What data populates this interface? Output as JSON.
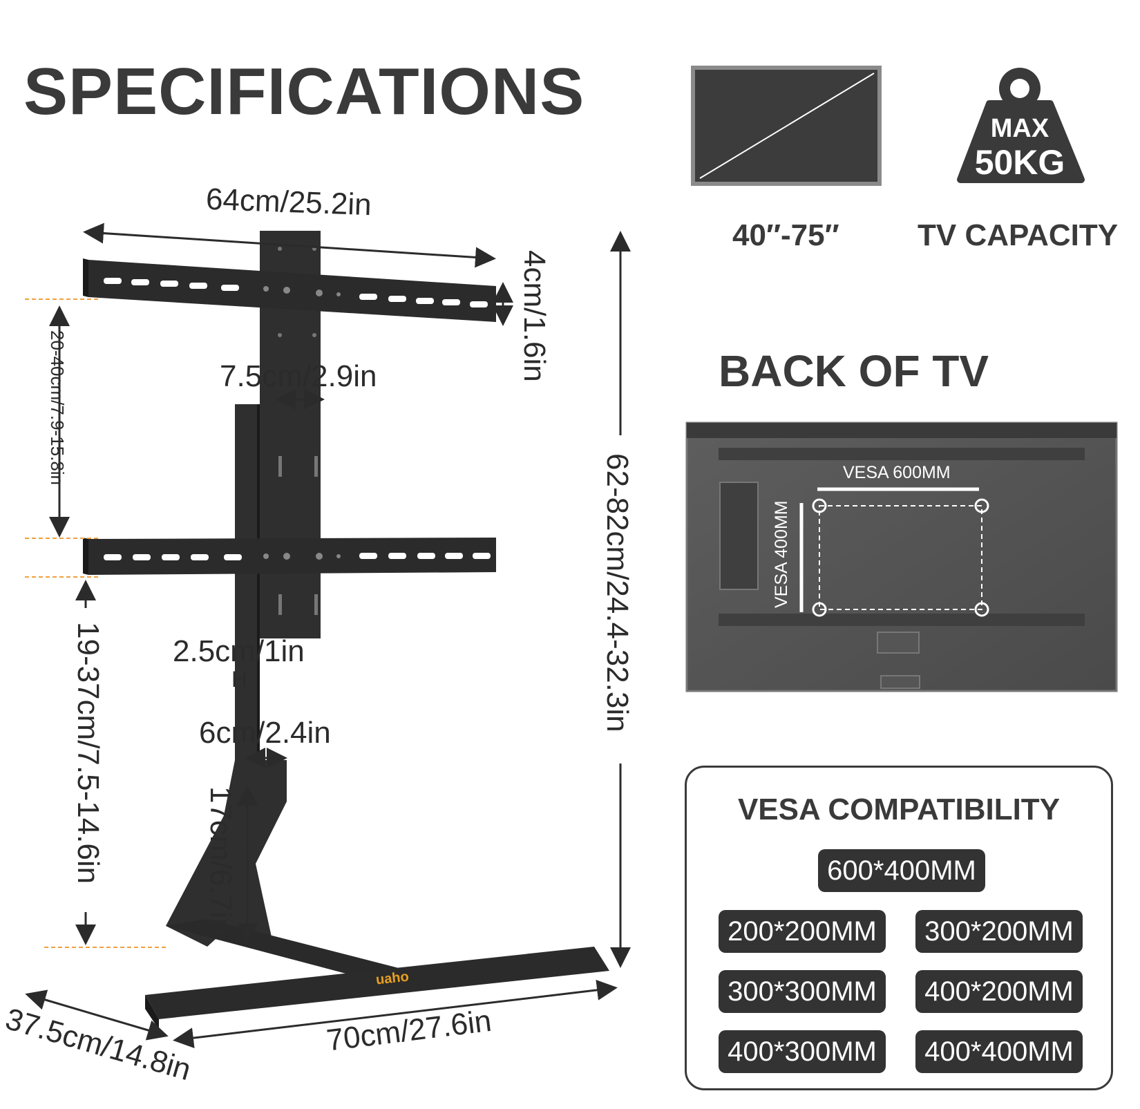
{
  "title": "SPECIFICATIONS",
  "specs": {
    "size_range": "40″-75″",
    "capacity_label": "TV CAPACITY",
    "weight_max": "MAX",
    "weight_value": "50KG"
  },
  "dimensions": {
    "bracket_width": "64cm/25.2in",
    "bracket_height": "4cm/1.6in",
    "bracket_spacing": "20-40cm/7.9-15.8in",
    "column_width": "7.5cm/2.9in",
    "column_depth": "2.5cm/1in",
    "column_depth_marker": "H",
    "lower_column_width": "6cm/2.4in",
    "lower_height": "19-37cm/7.5-14.6in",
    "leg_height": "17cm/6.7in",
    "total_height": "62-82cm/24.4-32.3in",
    "base_width": "70cm/27.6in",
    "base_depth": "37.5cm/14.8in",
    "brand_mark": "uaho"
  },
  "back_of_tv": {
    "title": "BACK OF TV",
    "vesa_horizontal": "VESA 600MM",
    "vesa_vertical": "VESA 400MM"
  },
  "vesa": {
    "heading": "VESA COMPATIBILITY",
    "primary": "600*400MM",
    "sizes": [
      "200*200MM",
      "300*200MM",
      "300*300MM",
      "400*200MM",
      "400*300MM",
      "400*400MM"
    ]
  },
  "colors": {
    "text": "#3a3a3a",
    "metal": "#2f2f2f",
    "guide": "#f0a040",
    "pill": "#333333",
    "brand": "#e8a020"
  }
}
